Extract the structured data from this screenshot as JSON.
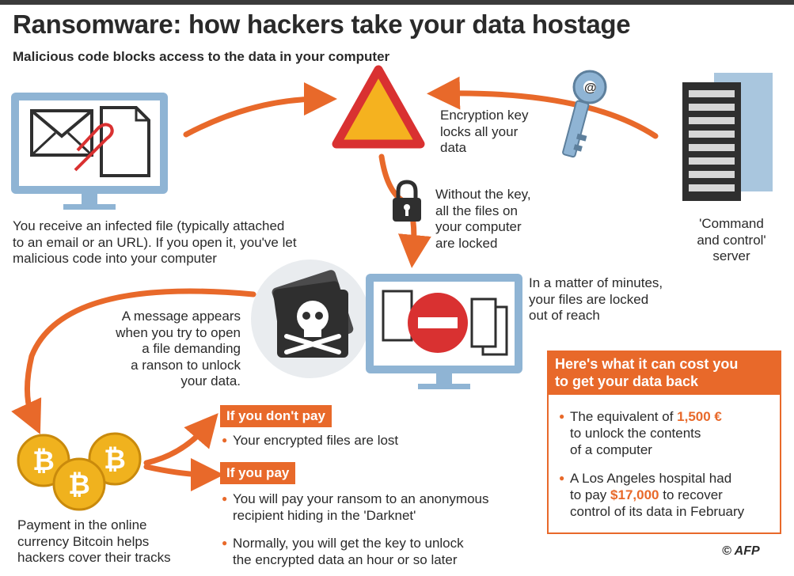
{
  "title": "Ransomware: how hackers take your data hostage",
  "subtitle": "Malicious code blocks access to the data in your computer",
  "steps": {
    "infected_file": "You receive an infected file (typically attached\nto an email or an URL). If you open it, you've let\nmalicious code into your computer",
    "encryption_key": "Encryption key\nlocks all your\ndata",
    "server": "'Command\nand control'\nserver",
    "without_key": "Without the key,\nall the files on\nyour computer\nare locked",
    "locked_minutes": "In a matter of minutes,\nyour files are locked\nout of reach",
    "message": "A message appears\nwhen you try to open\na file demanding\na ranson to unlock\nyour data.",
    "bitcoin": "Payment in the online\ncurrency Bitcoin helps\nhackers cover their tracks"
  },
  "dont_pay": {
    "label": "If you don't pay",
    "bullets": [
      "Your encrypted files are lost"
    ]
  },
  "pay": {
    "label": "If you pay",
    "bullets": [
      "You will pay your ransom to an anonymous\nrecipient hiding in the 'Darknet'",
      "Normally, you will get the key to unlock\nthe encrypted data an hour or so later"
    ]
  },
  "cost": {
    "heading": "Here's what it can cost you\nto get your data back",
    "item1_pre": "The equivalent of ",
    "item1_value": "1,500 €",
    "item1_post": "\nto unlock the contents\nof a computer",
    "item2_pre": "A Los Angeles hospital had\nto pay ",
    "item2_value": "$17,000",
    "item2_post": " to recover\ncontrol of its data in February"
  },
  "credit": "© AFP",
  "colors": {
    "accent": "#e8692a",
    "monitor": "#8fb4d4",
    "dark": "#2f2f2f",
    "warning_fill": "#f5b21f",
    "warning_stroke": "#d93131",
    "stop": "#d93131",
    "coin": "#f0b21e"
  },
  "icons": [
    "envelope-icon",
    "document-icon",
    "paperclip-icon",
    "warning-triangle-icon",
    "key-icon",
    "server-icon",
    "padlock-icon",
    "skull-icon",
    "no-entry-icon",
    "bitcoin-icon"
  ]
}
